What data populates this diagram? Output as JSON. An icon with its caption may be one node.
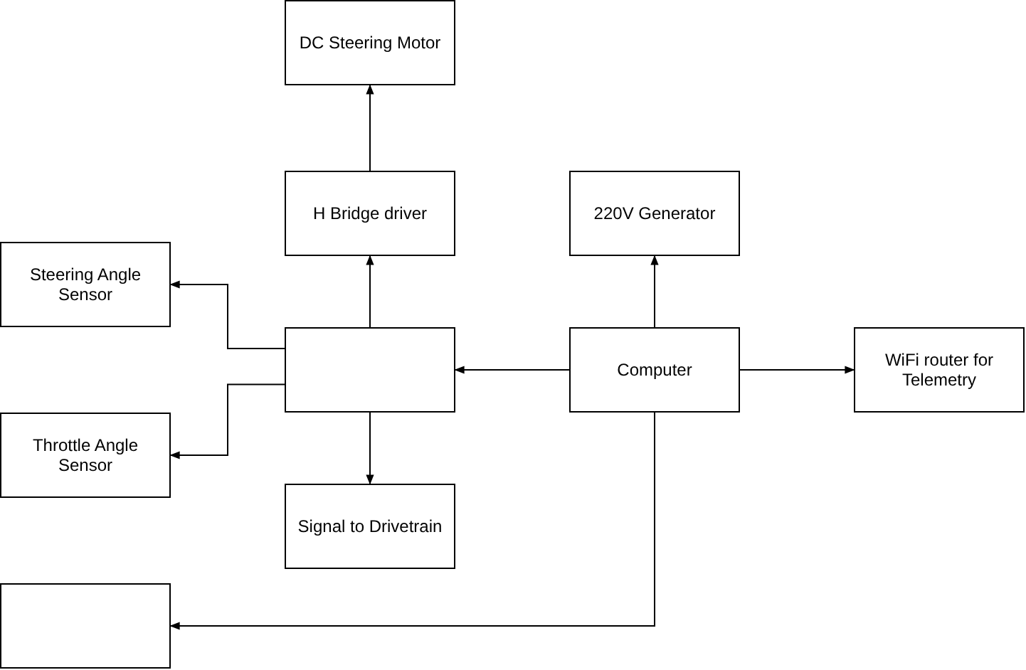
{
  "diagram": {
    "nodes": [
      {
        "text": [
          "DC Steering Motor"
        ]
      },
      {
        "text": [
          "H Bridge driver"
        ]
      },
      {
        "text": [
          "220V Generator"
        ]
      },
      {
        "text": [
          "Steering Angle Sensor"
        ]
      },
      {
        "text": [],
        "shape": "box"
      },
      {
        "text": [
          "Computer"
        ]
      },
      {
        "text": [
          "WiFi router for Telemetry"
        ]
      },
      {
        "text": [
          "Throttle Angle Sensor"
        ]
      },
      {
        "text": [
          "Signal to Drivetrain"
        ]
      },
      {
        "text": [],
        "shape": "box"
      }
    ],
    "edges": [
      {
        "from": 1,
        "to": 0,
        "arrow": "to"
      },
      {
        "from": 4,
        "to": 1,
        "arrow": "to"
      },
      {
        "from": 4,
        "to": 3,
        "arrow": "to"
      },
      {
        "from": 4,
        "to": 7,
        "arrow": "to"
      },
      {
        "from": 4,
        "to": 8,
        "arrow": "to"
      },
      {
        "from": 5,
        "to": 4,
        "arrow": "to"
      },
      {
        "from": 5,
        "to": 2,
        "arrow": "to"
      },
      {
        "from": 5,
        "to": 6,
        "arrow": "to"
      },
      {
        "from": 5,
        "to": 9,
        "arrow": "to"
      }
    ]
  }
}
